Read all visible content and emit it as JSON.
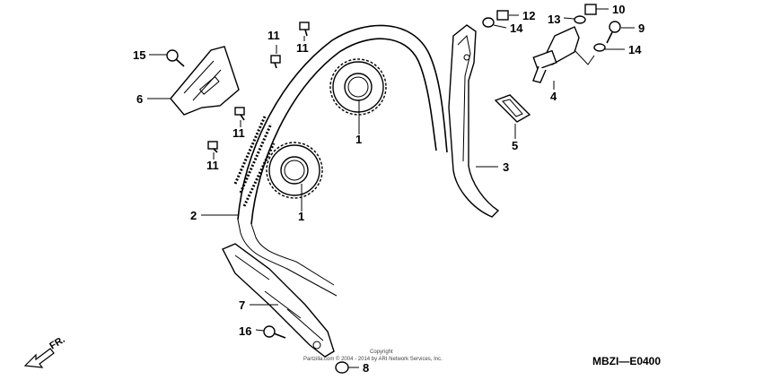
{
  "diagram": {
    "code": "MBZI—E0400",
    "direction_marker": "FR.",
    "copyright_line1": "Copyright",
    "copyright_line2": "Partzilla.com © 2004 - 2014 by ARI Network Services, Inc.",
    "callouts": [
      {
        "id": "c1a",
        "label": "1"
      },
      {
        "id": "c1b",
        "label": "1"
      },
      {
        "id": "c2",
        "label": "2"
      },
      {
        "id": "c3",
        "label": "3"
      },
      {
        "id": "c4",
        "label": "4"
      },
      {
        "id": "c5",
        "label": "5"
      },
      {
        "id": "c6",
        "label": "6"
      },
      {
        "id": "c7",
        "label": "7"
      },
      {
        "id": "c8",
        "label": "8"
      },
      {
        "id": "c9",
        "label": "9"
      },
      {
        "id": "c10",
        "label": "10"
      },
      {
        "id": "c11a",
        "label": "11"
      },
      {
        "id": "c11b",
        "label": "11"
      },
      {
        "id": "c11c",
        "label": "11"
      },
      {
        "id": "c11d",
        "label": "11"
      },
      {
        "id": "c12",
        "label": "12"
      },
      {
        "id": "c13",
        "label": "13"
      },
      {
        "id": "c14a",
        "label": "14"
      },
      {
        "id": "c14b",
        "label": "14"
      },
      {
        "id": "c15",
        "label": "15"
      },
      {
        "id": "c16",
        "label": "16"
      }
    ]
  }
}
